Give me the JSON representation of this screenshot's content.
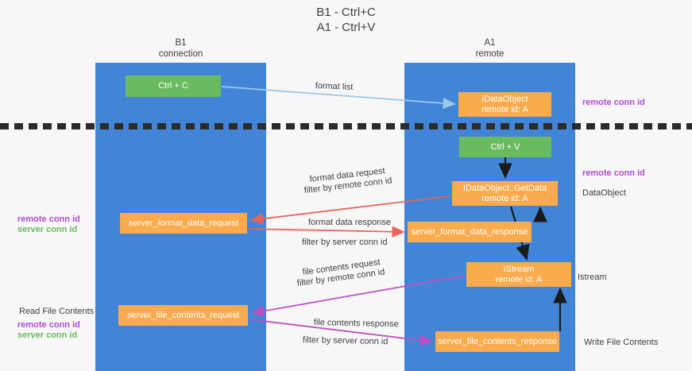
{
  "title": {
    "line1": "B1 - Ctrl+C",
    "line2": "A1 - Ctrl+V"
  },
  "columns": [
    {
      "name": "B1",
      "role": "connection"
    },
    {
      "name": "A1",
      "role": "remote"
    }
  ],
  "boxes": {
    "ctrl_c": {
      "label": "Ctrl + C",
      "color": "#6aba5f"
    },
    "idataobject": {
      "line1": "IDataObject",
      "line2": "remote id: A",
      "color": "#f9ab4e"
    },
    "ctrl_v": {
      "label": "Ctrl + V",
      "color": "#6aba5f"
    },
    "getdata": {
      "line1": "IDataObject::GetData",
      "line2": "remote id: A",
      "color": "#f9ab4e"
    },
    "format_data_request": {
      "label": "server_format_data_request",
      "color": "#f9ab4e"
    },
    "format_data_response": {
      "label": "server_format_data_response",
      "color": "#f9ab4e"
    },
    "istream": {
      "line1": "IStream",
      "line2": "remote id: A",
      "color": "#f9ab4e"
    },
    "file_contents_request": {
      "label": "server_file_contents_request",
      "color": "#f9ab4e"
    },
    "file_contents_response": {
      "label": "server_file_contents_response",
      "color": "#f9ab4e"
    }
  },
  "arrow_labels": {
    "format_list": "format list",
    "format_data_request": "format data request",
    "format_data_request_filter_prefix": "filter by ",
    "format_data_request_filter_key": "remote conn id",
    "format_data_response": "format data response",
    "format_data_response_filter_prefix": "filter by ",
    "format_data_response_filter_key": "server conn id",
    "file_contents_request": "file contents request",
    "file_contents_request_filter_prefix": "filter by ",
    "file_contents_request_filter_key": "remote conn id",
    "file_contents_response": "file contents response",
    "file_contents_response_filter_prefix": "filter by ",
    "file_contents_response_filter_key": "server conn id"
  },
  "annotations": {
    "right_remote_conn_id_top": "remote conn id",
    "right_remote_conn_id_mid": "remote conn id",
    "right_dataobject": "DataObject",
    "right_istream": "Istream",
    "right_write_file_contents": "Write File Contents",
    "left_remote_conn_id_mid": "remote conn id",
    "left_server_conn_id_mid": "server conn id",
    "left_read_file_contents": "Read File Contents",
    "left_remote_conn_id_bottom": "remote conn id",
    "left_server_conn_id_bottom": "server conn id"
  },
  "colors": {
    "lane": "#4285d6",
    "green_box": "#6aba5f",
    "orange_box": "#f9ab4e",
    "purple_text": "#b14ad4",
    "green_text": "#6aba5f",
    "light_blue_arrow": "#9cc6ea",
    "red_arrow": "#e8645a",
    "magenta_arrow": "#c24fc2",
    "black_arrow": "#1a1a1a",
    "divider": "#2b2b2b",
    "background": "#f7f7f7"
  }
}
